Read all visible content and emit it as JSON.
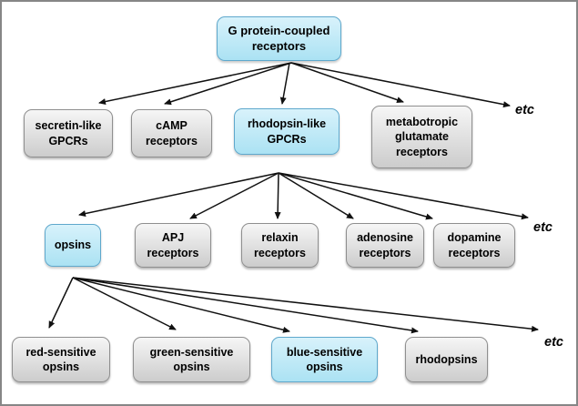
{
  "tree": {
    "label": "G protein-coupled\nreceptors",
    "highlighted": true,
    "children": [
      {
        "label": "secretin-like\nGPCRs",
        "highlighted": false
      },
      {
        "label": "cAMP\nreceptors",
        "highlighted": false
      },
      {
        "label": "rhodopsin-like\nGPCRs",
        "highlighted": true,
        "children": [
          {
            "label": "opsins",
            "highlighted": true,
            "children": [
              {
                "label": "red-sensitive\nopsins",
                "highlighted": false
              },
              {
                "label": "green-sensitive\nopsins",
                "highlighted": false
              },
              {
                "label": "blue-sensitive\nopsins",
                "highlighted": true
              },
              {
                "label": "rhodopsins",
                "highlighted": false
              },
              {
                "label": "etc",
                "highlighted": false
              }
            ]
          },
          {
            "label": "APJ\nreceptors",
            "highlighted": false
          },
          {
            "label": "relaxin\nreceptors",
            "highlighted": false
          },
          {
            "label": "adenosine\nreceptors",
            "highlighted": false
          },
          {
            "label": "dopamine\nreceptors",
            "highlighted": false
          },
          {
            "label": "etc",
            "highlighted": false
          }
        ]
      },
      {
        "label": "metabotropic\nglutamate\nreceptors",
        "highlighted": false
      },
      {
        "label": "etc",
        "highlighted": false
      }
    ]
  },
  "colors": {
    "highlight_fill_top": "#d8f2fb",
    "highlight_fill_bottom": "#abe2f3",
    "highlight_border": "#5fa8cc",
    "gray_fill_top": "#f6f6f6",
    "gray_fill_bottom": "#cccccc",
    "gray_border": "#8f8f8f",
    "arrow": "#111111",
    "frame_border": "#868686",
    "text": "#000000"
  }
}
